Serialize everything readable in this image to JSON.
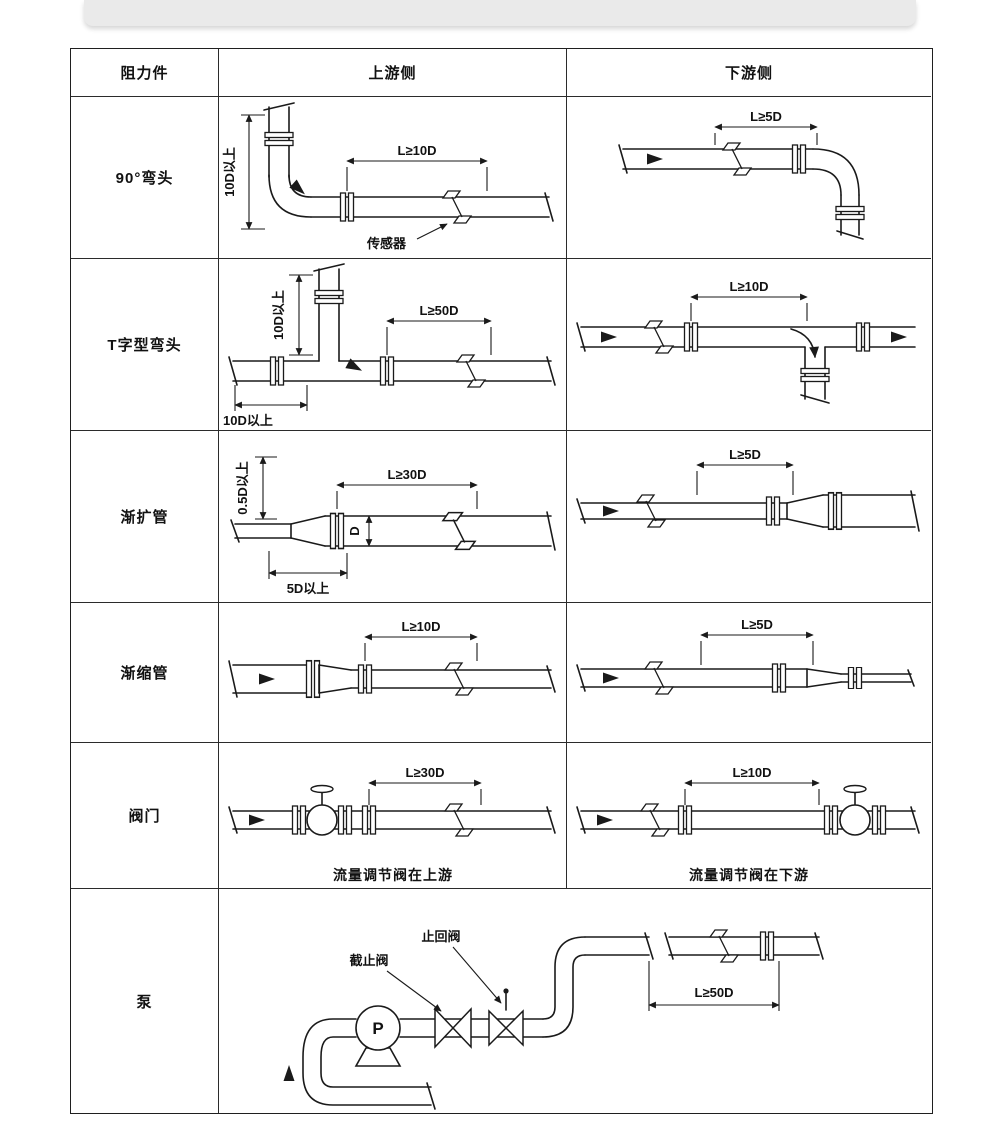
{
  "header": {
    "component": "阻力件",
    "upstream": "上游侧",
    "downstream": "下游侧"
  },
  "rows": {
    "elbow90": {
      "label": "90°弯头",
      "up": {
        "v_dim": "10D以上",
        "h_dim": "L≥10D",
        "sensor_label": "传感器"
      },
      "down": {
        "h_dim": "L≥5D"
      }
    },
    "tee": {
      "label": "T字型弯头",
      "up": {
        "v_dim": "10D以上",
        "h_dim": "L≥50D",
        "left_dim": "10D以上"
      },
      "down": {
        "h_dim": "L≥10D"
      }
    },
    "expander": {
      "label": "渐扩管",
      "up": {
        "v_dim": "0.5D以上",
        "h_dim": "L≥30D",
        "d_dim": "D",
        "bottom_dim": "5D以上"
      },
      "down": {
        "h_dim": "L≥5D"
      }
    },
    "reducer": {
      "label": "渐缩管",
      "up": {
        "h_dim": "L≥10D"
      },
      "down": {
        "h_dim": "L≥5D"
      }
    },
    "valve": {
      "label": "阀门",
      "up": {
        "h_dim": "L≥30D",
        "caption": "流量调节阀在上游"
      },
      "down": {
        "h_dim": "L≥10D",
        "caption": "流量调节阀在下游"
      }
    },
    "pump": {
      "label": "泵",
      "stop_valve_label": "截止阀",
      "check_valve_label": "止回阀",
      "pump_letter": "P",
      "h_dim": "L≥50D"
    }
  }
}
